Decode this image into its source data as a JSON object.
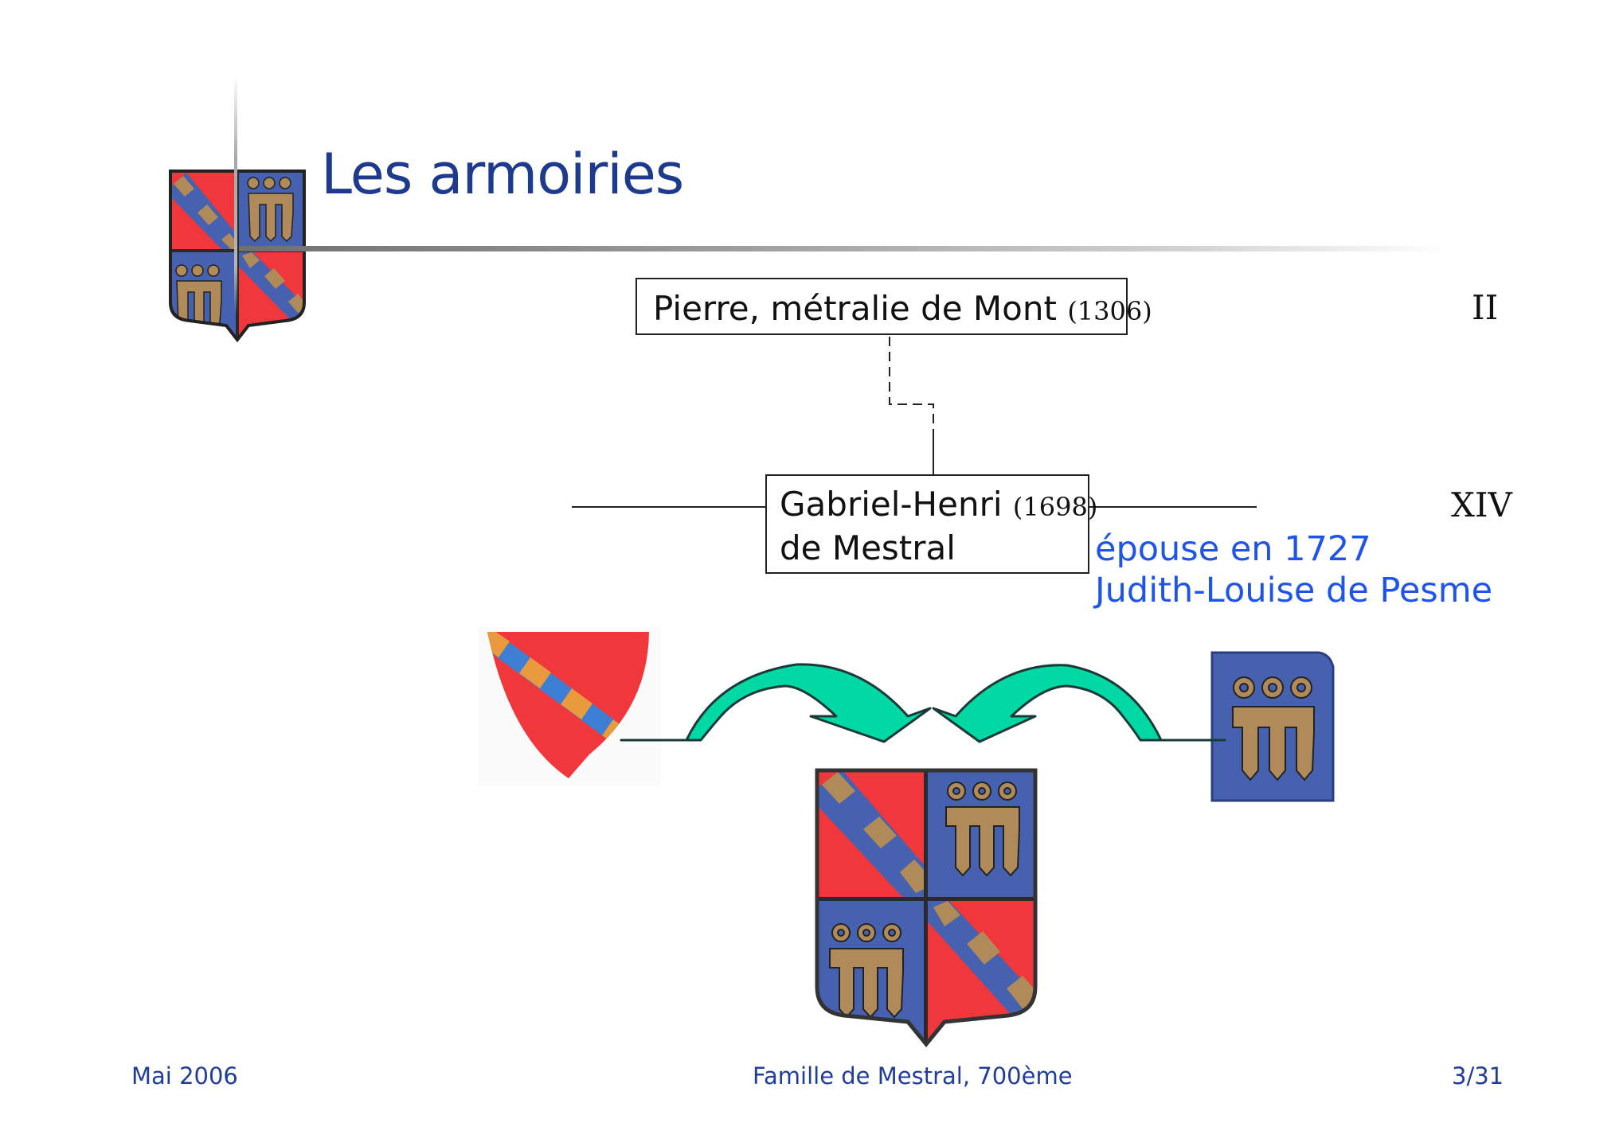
{
  "slide": {
    "title": "Les armoiries"
  },
  "tree": {
    "ancestor": {
      "name": "Pierre, métralie de Mont",
      "year": "(1306)",
      "generation": "II"
    },
    "descendant": {
      "name_line1": "Gabriel-Henri",
      "year": "(1698)",
      "name_line2": "de Mestral",
      "generation": "XIV"
    },
    "marriage": {
      "line1": "épouse en 1727",
      "line2": "Judith-Louise de Pesme"
    }
  },
  "footer": {
    "date": "Mai 2006",
    "center": "Famille de Mestral, 700ème",
    "page": "3/31"
  },
  "colors": {
    "title_blue": "#1d3a8f",
    "spouse_blue": "#1f55e6",
    "shield_red": "#f0383c",
    "shield_blue": "#4561b0",
    "bend_gold": "#b08a58",
    "arrow_green": "#00d9a4"
  }
}
